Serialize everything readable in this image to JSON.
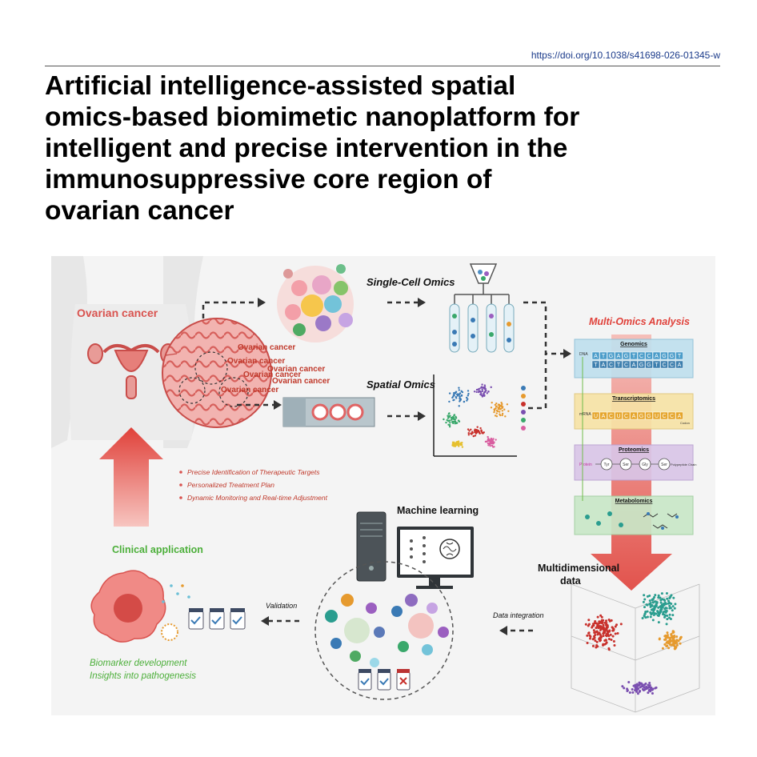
{
  "header": {
    "doi": "https://doi.org/10.1038/s41698-026-01345-w"
  },
  "title_lines": [
    "Artificial intelligence-assisted spatial",
    "omics-based biomimetic nanoplatform for",
    "intelligent and precise intervention in the",
    "immunosuppressive core region of",
    "ovarian cancer"
  ],
  "figure": {
    "ovarian_cancer_label": "Ovarian cancer",
    "tumor_labels": [
      "Ovarian cancer",
      "Ovarian cancer",
      "Ovarian cancer",
      "Ovarian cancer",
      "Ovarian cancer",
      "Ovarian cancer"
    ],
    "single_cell_omics": "Single-Cell Omics",
    "spatial_omics": "Spatial Omics",
    "multi_omics_analysis": "Multi-Omics Analysis",
    "layers": {
      "genomics": "Genomics",
      "transcriptomics": "Transcriptomics",
      "proteomics": "Proteomics",
      "metabolomics": "Metabolomics",
      "dna": "DNA",
      "mrna": "mRNA",
      "protein": "Protein",
      "codon": "Codon",
      "polypeptide": "Polypeptide Chain",
      "dna_top": [
        "A",
        "T",
        "G",
        "A",
        "G",
        "T",
        "C",
        "C",
        "A",
        "G",
        "G",
        "T"
      ],
      "dna_bottom": [
        "T",
        "A",
        "C",
        "T",
        "C",
        "A",
        "G",
        "G",
        "T",
        "C",
        "C",
        "A"
      ],
      "mrna_seq": [
        "U",
        "A",
        "C",
        "U",
        "C",
        "A",
        "G",
        "G",
        "U",
        "C",
        "C",
        "A"
      ],
      "amino_acids": [
        "Tyr",
        "Ser",
        "Gly",
        "Ser"
      ]
    },
    "benefits": [
      "Precise Identification of Therapeutic Targets",
      "Personalized Treatment Plan",
      "Dynamic Monitoring and Real-time Adjustment"
    ],
    "clinical_application": "Clinical application",
    "machine_learning": "Machine learning",
    "multidimensional_data": [
      "Multidimensional",
      "data"
    ],
    "data_integration": "Data integration",
    "validation": "Validation",
    "outcomes": [
      "Biomarker development",
      "Insights into pathogenesis"
    ]
  },
  "colors": {
    "accent_red": "#d9534f",
    "green": "#4caf3a",
    "genomics_band": "#bfe0ee",
    "transcriptomics_band": "#f7e3a6",
    "proteomics_band": "#d9c6e8",
    "metabolomics_band": "#c9e8c8",
    "cluster_red": "#c8312c",
    "cluster_teal": "#2a9d8f",
    "cluster_orange": "#e69a2e",
    "cluster_purple": "#7a4fb0"
  },
  "icons": [
    "dashed-arrow-icon",
    "flask-icon",
    "test-tube-icon",
    "computer-icon",
    "brain-icon",
    "vial-icon",
    "cell-icon"
  ]
}
